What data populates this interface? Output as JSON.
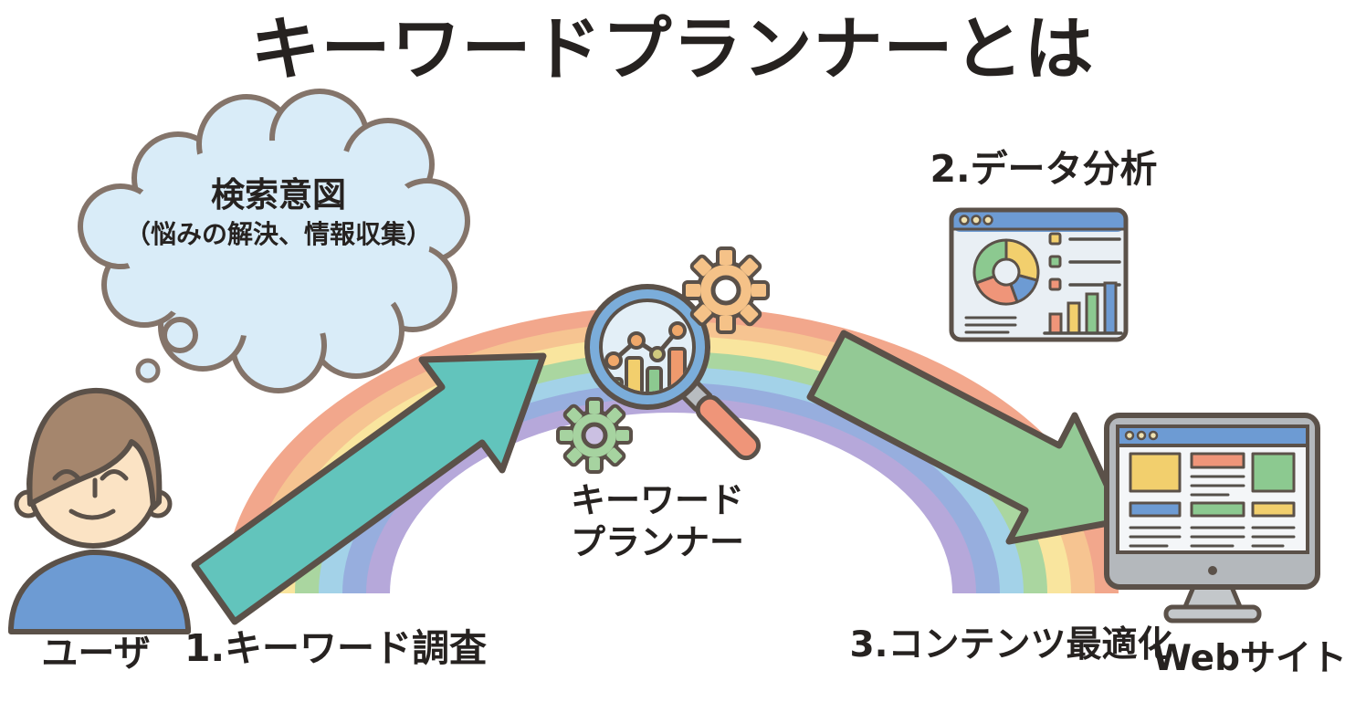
{
  "title": "キーワードプランナーとは",
  "thought_bubble": {
    "line1": "検索意図",
    "line2": "（悩みの解決、情報収集）"
  },
  "user_label": "ユーザ",
  "steps": {
    "step1": "1.キーワード調査",
    "step2": "2.データ分析",
    "step3": "3.コンテンツ最適化"
  },
  "tool": {
    "line1": "キーワード",
    "line2": "プランナー"
  },
  "website_label": "Webサイト",
  "colors": {
    "rainbow": [
      "#f2a78c",
      "#f6c491",
      "#f9e59e",
      "#aad6a0",
      "#a3d2e8",
      "#97aede",
      "#b6a8da"
    ],
    "arrow_step1": "#62c4bc",
    "arrow_step3": "#93c995",
    "outline": "#5b5149",
    "cloud_fill": "#d9ecf8",
    "shirt_blue": "#6d9bd3",
    "skin": "#fbe3c4",
    "hair_brown": "#a5866d",
    "titlebar_blue": "#6d9bd3",
    "magnifier_rim": "#7badda",
    "gear_orange": "#f5c288",
    "gear_green": "#a6d3a0",
    "chart_yellow": "#f2cf6d",
    "chart_green": "#8cc990",
    "chart_salmon": "#ef9579",
    "chart_blue": "#6d9bd3"
  },
  "icons": {
    "thought_bubble": "thought-bubble-icon",
    "user": "user-avatar-icon",
    "rainbow": "rainbow-arc",
    "arrow1": "arrow-step1-icon",
    "arrow3": "arrow-step3-icon",
    "magnifier": "magnifier-chart-icon",
    "gear_orange": "gear-orange-icon",
    "gear_green": "gear-green-icon",
    "dashboard": "analytics-dashboard-icon",
    "monitor": "desktop-monitor-icon"
  }
}
